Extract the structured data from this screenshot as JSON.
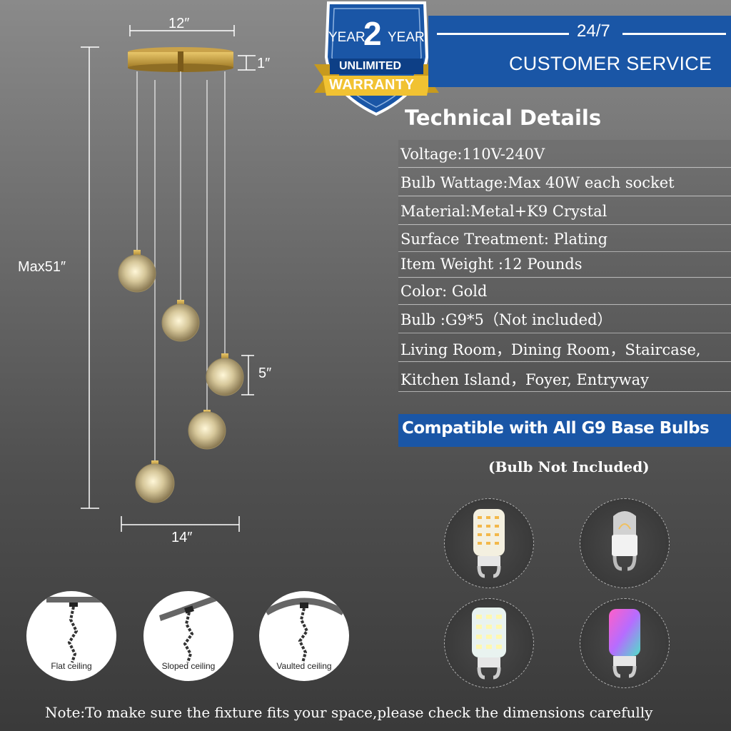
{
  "dimensions": {
    "canopy_width": "12″",
    "canopy_height": "1″",
    "overall_height": "Max51″",
    "shade_height": "5″",
    "spread_width": "14″"
  },
  "warranty_badge": {
    "year_left": "YEAR",
    "year_number": "2",
    "year_right": "YEAR",
    "unlimited": "UNLIMITED",
    "warranty": "WARRANTY"
  },
  "customer_service": {
    "top": "24/7",
    "bottom": "CUSTOMER SERVICE"
  },
  "technical_details": {
    "title": "Technical Details",
    "lines": [
      "Voltage:110V-240V",
      "Bulb Wattage:Max 40W each socket",
      "Material:Metal+K9 Crystal",
      "Surface Treatment:  Plating",
      "Item Weight :12 Pounds",
      "Color: Gold",
      "Bulb :G9*5（Not included）",
      "Living Room，Dining Room，Staircase,",
      "Kitchen Island，Foyer, Entryway"
    ]
  },
  "compatibility": {
    "banner": "Compatible with All G9 Base Bulbs",
    "note": "(Bulb Not Included)",
    "bulbs": [
      "warm-led-g9-bulb",
      "halogen-g9-bulb",
      "cool-led-g9-bulb",
      "rgb-led-g9-bulb"
    ]
  },
  "ceilings": {
    "flat": "Flat ceiling",
    "sloped": "Sloped ceiling",
    "vaulted": "Vaulted ceiling"
  },
  "footer_note": "Note:To make sure the fixture fits your space,please check the dimensions carefully",
  "colors": {
    "banner_blue": "#1a56a6",
    "gold": "#d4a646",
    "badge_gold": "#f1c232"
  }
}
